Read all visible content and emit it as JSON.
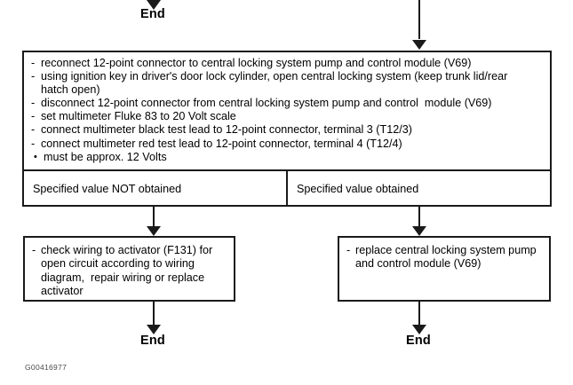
{
  "figure": {
    "code": "G00416977",
    "type": "diagnostic-flowchart"
  },
  "flow": {
    "top_end_label": "End",
    "bottom_left_end_label": "End",
    "bottom_right_end_label": "End"
  },
  "main_box": {
    "steps": [
      {
        "marker": "-",
        "text": "reconnect 12-point connector to central locking system pump and control module (V69)"
      },
      {
        "marker": "-",
        "text": "using ignition key in driver's door lock cylinder, open central locking system (keep trunk lid/rear\nhatch open)"
      },
      {
        "marker": "-",
        "text": "disconnect 12-point connector from central locking system pump and control  module (V69)"
      },
      {
        "marker": "-",
        "text": "set multimeter Fluke 83 to 20 Volt scale"
      },
      {
        "marker": "-",
        "text": "connect multimeter black test lead to 12-point connector, terminal 3 (T12/3)"
      },
      {
        "marker": "-",
        "text": "connect multimeter red test lead to 12-point connector, terminal 4 (T12/4)"
      },
      {
        "marker": "•",
        "text": "must be approx. 12 Volts"
      }
    ],
    "result_not_obtained": "Specified value NOT obtained",
    "result_obtained": "Specified value obtained"
  },
  "outcomes": {
    "left": {
      "marker": "-",
      "text": "check wiring to activator (F131) for\nopen circuit according to wiring\ndiagram,  repair wiring or replace\nactivator"
    },
    "right": {
      "marker": "-",
      "text": "replace central locking system pump\nand control module (V69)"
    }
  },
  "colors": {
    "ink": "#1a1a1a",
    "paper": "#ffffff",
    "footer_ink": "#4a4a4a"
  }
}
